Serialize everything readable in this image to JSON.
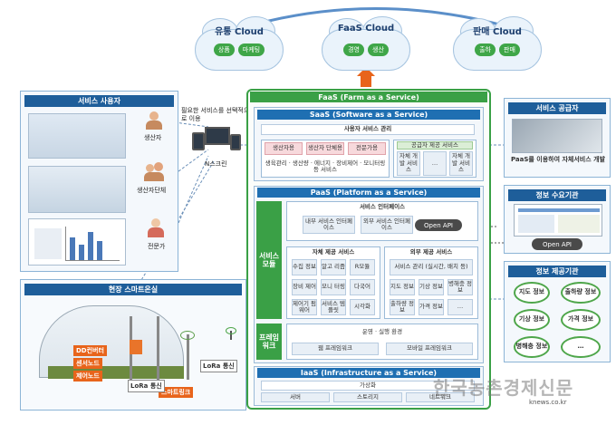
{
  "clouds": [
    {
      "title": "유통 Cloud",
      "items": [
        "상품",
        "마케팅"
      ]
    },
    {
      "title": "FaaS Cloud",
      "items": [
        "경영",
        "생산"
      ]
    },
    {
      "title": "판매 Cloud",
      "items": [
        "출하",
        "판매"
      ]
    }
  ],
  "users_panel": {
    "title": "서비스 사용자",
    "note": "필요한 서비스를 선택적으로 이용",
    "items": [
      "생산자",
      "생산자단체",
      "전문가"
    ],
    "device_label": "N스크린"
  },
  "greenhouse_panel": {
    "title": "현장 스마트온실",
    "tags": [
      "DD컨버터",
      "센서노드",
      "제어노드",
      "스마트링크"
    ],
    "lora_labels": [
      "LoRa 통신",
      "LoRa 통신"
    ]
  },
  "faas": {
    "title": "FaaS (Farm as a Service)",
    "saas": {
      "title": "SaaS (Software as a Service)",
      "user_mgmt": "사용자 서비스 관리",
      "groups": [
        "생산자용",
        "생산자 단체용",
        "전문가용"
      ],
      "group_detail": "생육관리 · 생산량 · 에너지 · 장비제어 · 모니터링 등 서비스",
      "supplier_title": "공급자 제공 서비스",
      "supplier_items": [
        "자체 개발 서비스",
        "…",
        "자체 개발 서비스"
      ]
    },
    "paas": {
      "title": "PaaS (Platform as a Service)",
      "side_label": "서비스 모듈",
      "interface_title": "서비스 인터페이스",
      "internal_if": "내부 서비스 인터페이스",
      "external_if": "외부 서비스 인터페이스",
      "open_api": "Open API",
      "self_title": "자체 제공 서비스",
      "self_cells": [
        "수집 정보",
        "알고 리즘",
        "R모듈",
        "장비 제어",
        "모니 터링",
        "다국어",
        "제어기 펌웨어",
        "서비스 템플릿",
        "시각화"
      ],
      "ext_title": "외부 제공 서비스",
      "ext_mgmt": "서비스 관리 (실시간, 배치 등)",
      "ext_cells": [
        "지도 정보",
        "기상 정보",
        "병해충 정보",
        "출하량 정보",
        "가격 정보",
        "…"
      ],
      "framework_label": "프레임 워크",
      "run_env": "운영 · 실행 환경",
      "web_fw": "웹 프레임워크",
      "mobile_fw": "모바일 프레임워크"
    },
    "iaas": {
      "title": "IaaS (Infrastructure as a Service)",
      "virtual": "가상화",
      "items": [
        "서버",
        "스토리지",
        "네트워크"
      ]
    }
  },
  "supplier_panel": {
    "title": "서비스 공급자",
    "note": "PaaS를 이용하여 자체서비스 개발"
  },
  "demand_panel": {
    "title": "정보 수요기관",
    "api": "Open API"
  },
  "provider_panel": {
    "title": "정보 제공기관",
    "items": [
      "지도 정보",
      "출하량 정보",
      "기상 정보",
      "가격 정보",
      "병해충 정보",
      "…"
    ]
  },
  "watermark": "한국농촌경제신문",
  "watermark_url": "knews.co.kr"
}
